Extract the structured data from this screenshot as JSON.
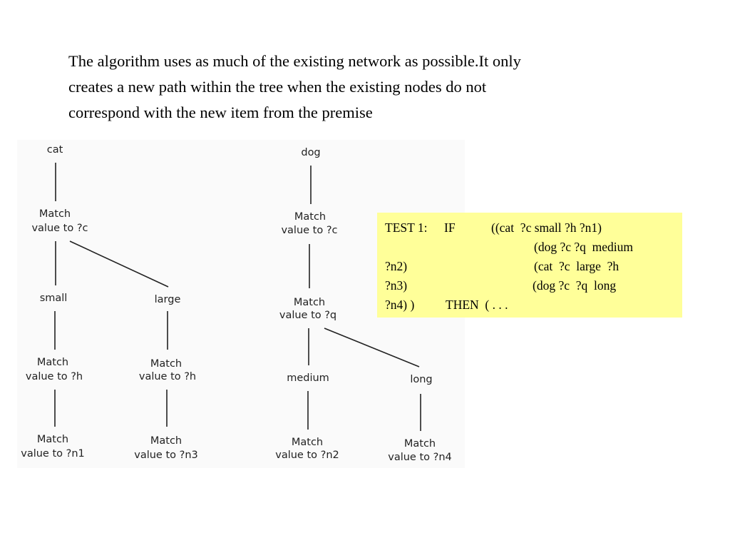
{
  "intro": {
    "lines": [
      "The algorithm uses as much of the existing network as possible.It only",
      "creates a new path within the tree when the existing nodes do not",
      "correspond with the new item from the premise"
    ]
  },
  "trees": {
    "cat_tree": {
      "root": "cat",
      "match_c": [
        "Match",
        "value to ?c"
      ],
      "branch_small": "small",
      "branch_large": "large",
      "match_h_small": [
        "Match",
        "value to ?h"
      ],
      "match_h_large": [
        "Match",
        "value to ?h"
      ],
      "match_n1": [
        "Match",
        "value to ?n1"
      ],
      "match_n3": [
        "Match",
        "value to ?n3"
      ]
    },
    "dog_tree": {
      "root": "dog",
      "match_c": [
        "Match",
        "value to ?c"
      ],
      "match_q": [
        "Match",
        "value to ?q"
      ],
      "branch_medium": "medium",
      "branch_long": "long",
      "match_n2": [
        "Match",
        "value to ?n2"
      ],
      "match_n4": [
        "Match",
        "value to ?n4"
      ]
    }
  },
  "rule": {
    "line1_label": "TEST 1:",
    "line1_if": "IF",
    "line1_cond": "((cat  ?c small ?h ?n1)",
    "line2_cond": "(dog ?c ?q  medium",
    "line3_var": "?n2)",
    "line3_cond": "(cat  ?c  large  ?h",
    "line4_var": "?n3)",
    "line4_cond": "(dog ?c  ?q  long",
    "line5_var": "?n4) )",
    "line5_then": "THEN  ( . . ."
  },
  "colors": {
    "rule_box_background": "#ffff99",
    "text": "#000000",
    "diagram_ink": "#222222"
  }
}
